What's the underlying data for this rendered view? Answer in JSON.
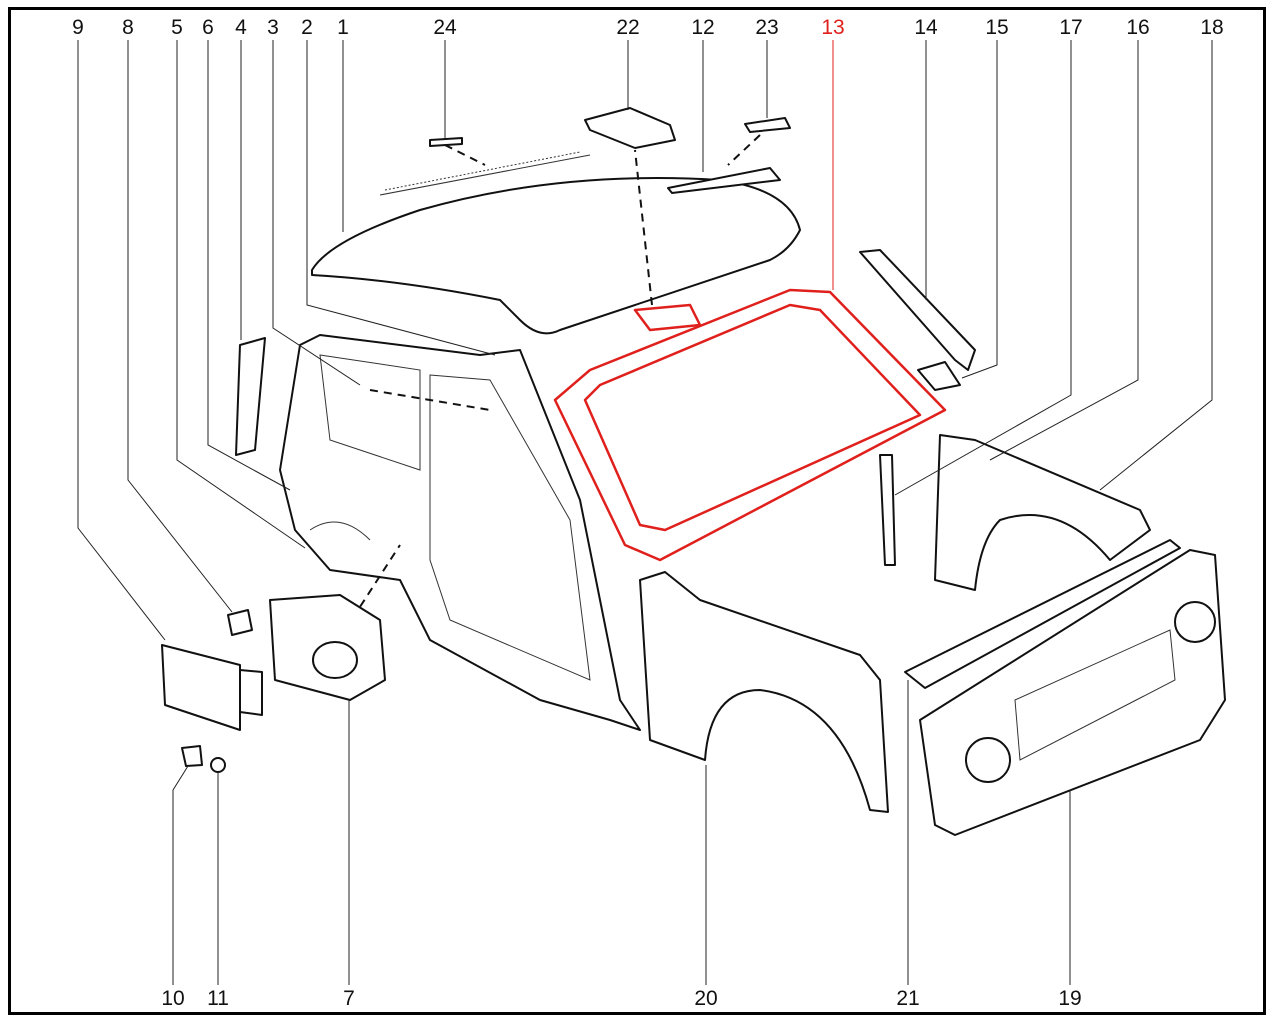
{
  "diagram": {
    "highlight_color": "#e0201c",
    "highlighted_part": "13",
    "top_labels": [
      "9",
      "8",
      "5",
      "6",
      "4",
      "3",
      "2",
      "1",
      "24",
      "22",
      "12",
      "23",
      "13",
      "14",
      "15",
      "17",
      "16",
      "18"
    ],
    "bottom_labels": [
      "10",
      "11",
      "7",
      "20",
      "21",
      "19"
    ]
  }
}
